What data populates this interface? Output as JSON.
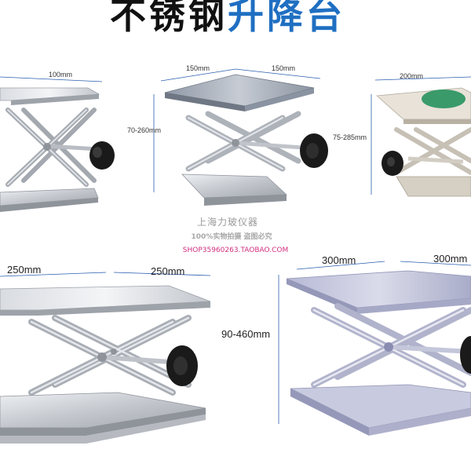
{
  "title": {
    "part1": "不锈钢",
    "part2": "升降台"
  },
  "dimensions": {
    "p1_top": "100mm",
    "p2_top_left": "150mm",
    "p2_top_right": "150mm",
    "p2_height": "70-260mm",
    "p3_top": "200mm",
    "p3_height": "75-285mm",
    "p4_top_left": "250mm",
    "p4_top_right": "250mm",
    "p5_top_left": "300mm",
    "p5_top_right": "300mm",
    "p5_height": "90-460mm"
  },
  "watermark": {
    "line1": "上海力玻仪器",
    "line2": "100%实物拍摄  盗图必究",
    "line3": "SHOP35960263.TAOBAO.COM"
  },
  "colors": {
    "title_blue": "#1f6fc2",
    "dimension_line": "#2a5fb0",
    "steel": "#c9ccd2",
    "knob": "#1a1a1a",
    "green_pad": "#3a9a6a"
  }
}
